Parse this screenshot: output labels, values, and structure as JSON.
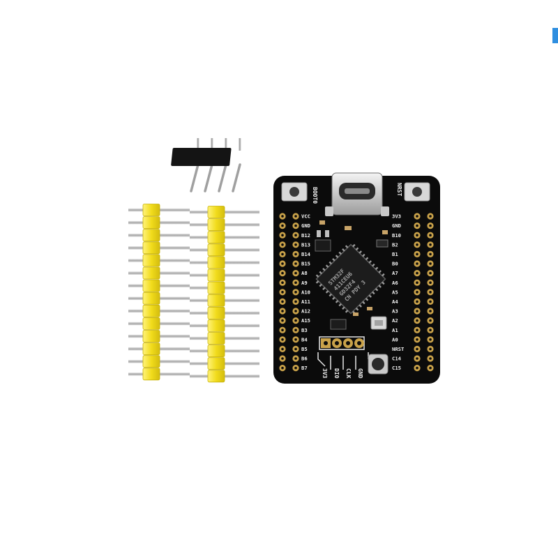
{
  "photo": {
    "subject": "",
    "colors": {
      "background": "#ffffff",
      "pcb": "#0b0b0b",
      "header_plastic": "#f3e32a",
      "pin_metal": "#b9b9b9",
      "pad_gold": "#c9a24a",
      "accent": "#2f8fe0"
    }
  },
  "board": {
    "chip_text": [
      "STM32F",
      "411CEU6",
      "GD32F4",
      "CN PDY 3"
    ],
    "top_labels": {
      "left_button": "BOOT0",
      "right_button": "NRST"
    },
    "left_pins": [
      "VCC",
      "GND",
      "B12",
      "B13",
      "B14",
      "B15",
      "A8",
      "A9",
      "A10",
      "A11",
      "A12",
      "A15",
      "B3",
      "B4",
      "B5",
      "B6",
      "B7"
    ],
    "right_pins": [
      "3V3",
      "GND",
      "B10",
      "B2",
      "B1",
      "B0",
      "A7",
      "A6",
      "A5",
      "A4",
      "A3",
      "A2",
      "A1",
      "A0",
      "NRST",
      "C14",
      "C15"
    ],
    "bottom_labels": [
      "3V3",
      "DIO",
      "CLK",
      "GND"
    ]
  },
  "headers": {
    "long_strip_pin_count": 14,
    "short_strip_pin_count": 4
  }
}
